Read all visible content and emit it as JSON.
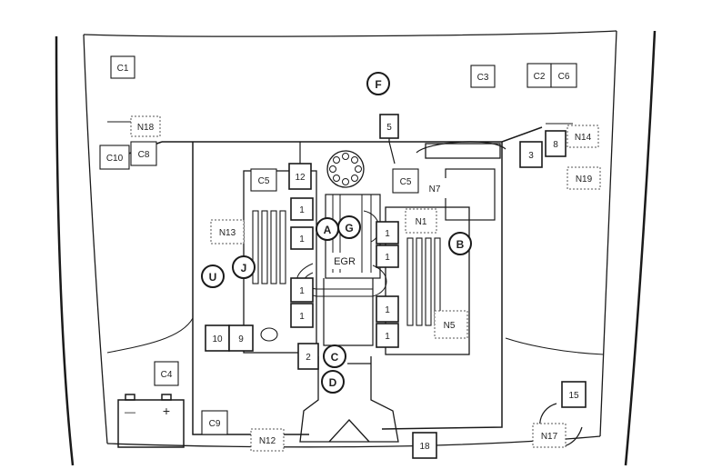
{
  "colors": {
    "line": "#1a1a1a",
    "dotted": "#555555",
    "background": "#ffffff"
  },
  "solid_labels": [
    "C1",
    "C3",
    "C2",
    "C6",
    "C10",
    "C8",
    "3",
    "8",
    "5",
    "12",
    "C5",
    "C5",
    "1",
    "1",
    "1",
    "1",
    "1",
    "1",
    "1",
    "1",
    "10",
    "9",
    "2",
    "C4",
    "C9",
    "18",
    "15"
  ],
  "dotted_labels": [
    "N18",
    "N14",
    "N19",
    "N7",
    "N1",
    "N13",
    "N5",
    "N12",
    "N17"
  ],
  "circle_labels": [
    "F",
    "A",
    "G",
    "B",
    "J",
    "U",
    "C",
    "D"
  ],
  "plain_labels": [
    "EGR"
  ],
  "battery": {
    "minus": "—",
    "plus": "+"
  }
}
